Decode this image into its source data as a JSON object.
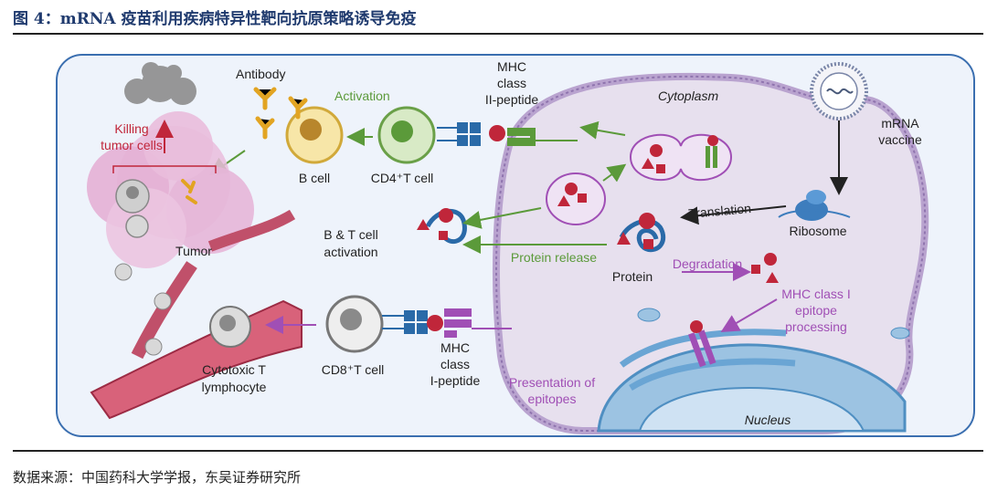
{
  "figure": {
    "title": "图 4：mRNA 疫苗利用疾病特异性靶向抗原策略诱导免疫",
    "source": "数据来源：中国药科大学学报，东吴证券研究所"
  },
  "diagram": {
    "antibody": "Antibody",
    "activation": "Activation",
    "mhc2_line1": "MHC",
    "mhc2_line2": "class",
    "mhc2_line3": "II-peptide",
    "cytoplasm": "Cytoplasm",
    "mrna_line1": "mRNA",
    "mrna_line2": "vaccine",
    "killing_line1": "Killing",
    "killing_line2": "tumor cells",
    "b_cell": "B cell",
    "cd4_cell": "CD4⁺T cell",
    "tumor": "Tumor",
    "bt_line1": "B & T cell",
    "bt_line2": "activation",
    "translation": "Translation",
    "ribosome": "Ribosome",
    "protein_release": "Protein release",
    "protein": "Protein",
    "degradation": "Degradation",
    "mhc1_proc_line1": "MHC class I",
    "mhc1_proc_line2": "epitope",
    "mhc1_proc_line3": "processing",
    "cd8_cell": "CD8⁺T cell",
    "mhc1_line1": "MHC",
    "mhc1_line2": "class",
    "mhc1_line3": "I-peptide",
    "ctl_line1": "Cytotoxic T",
    "ctl_line2": "lymphocyte",
    "presentation_line1": "Presentation of",
    "presentation_line2": "epitopes",
    "nucleus": "Nucleus"
  },
  "colors": {
    "green_label": "#5b9a3a",
    "purple_label": "#a04fb5",
    "red_label": "#c0263a",
    "panel_border": "#3b6fb0",
    "panel_fill": "#eef3fb"
  }
}
